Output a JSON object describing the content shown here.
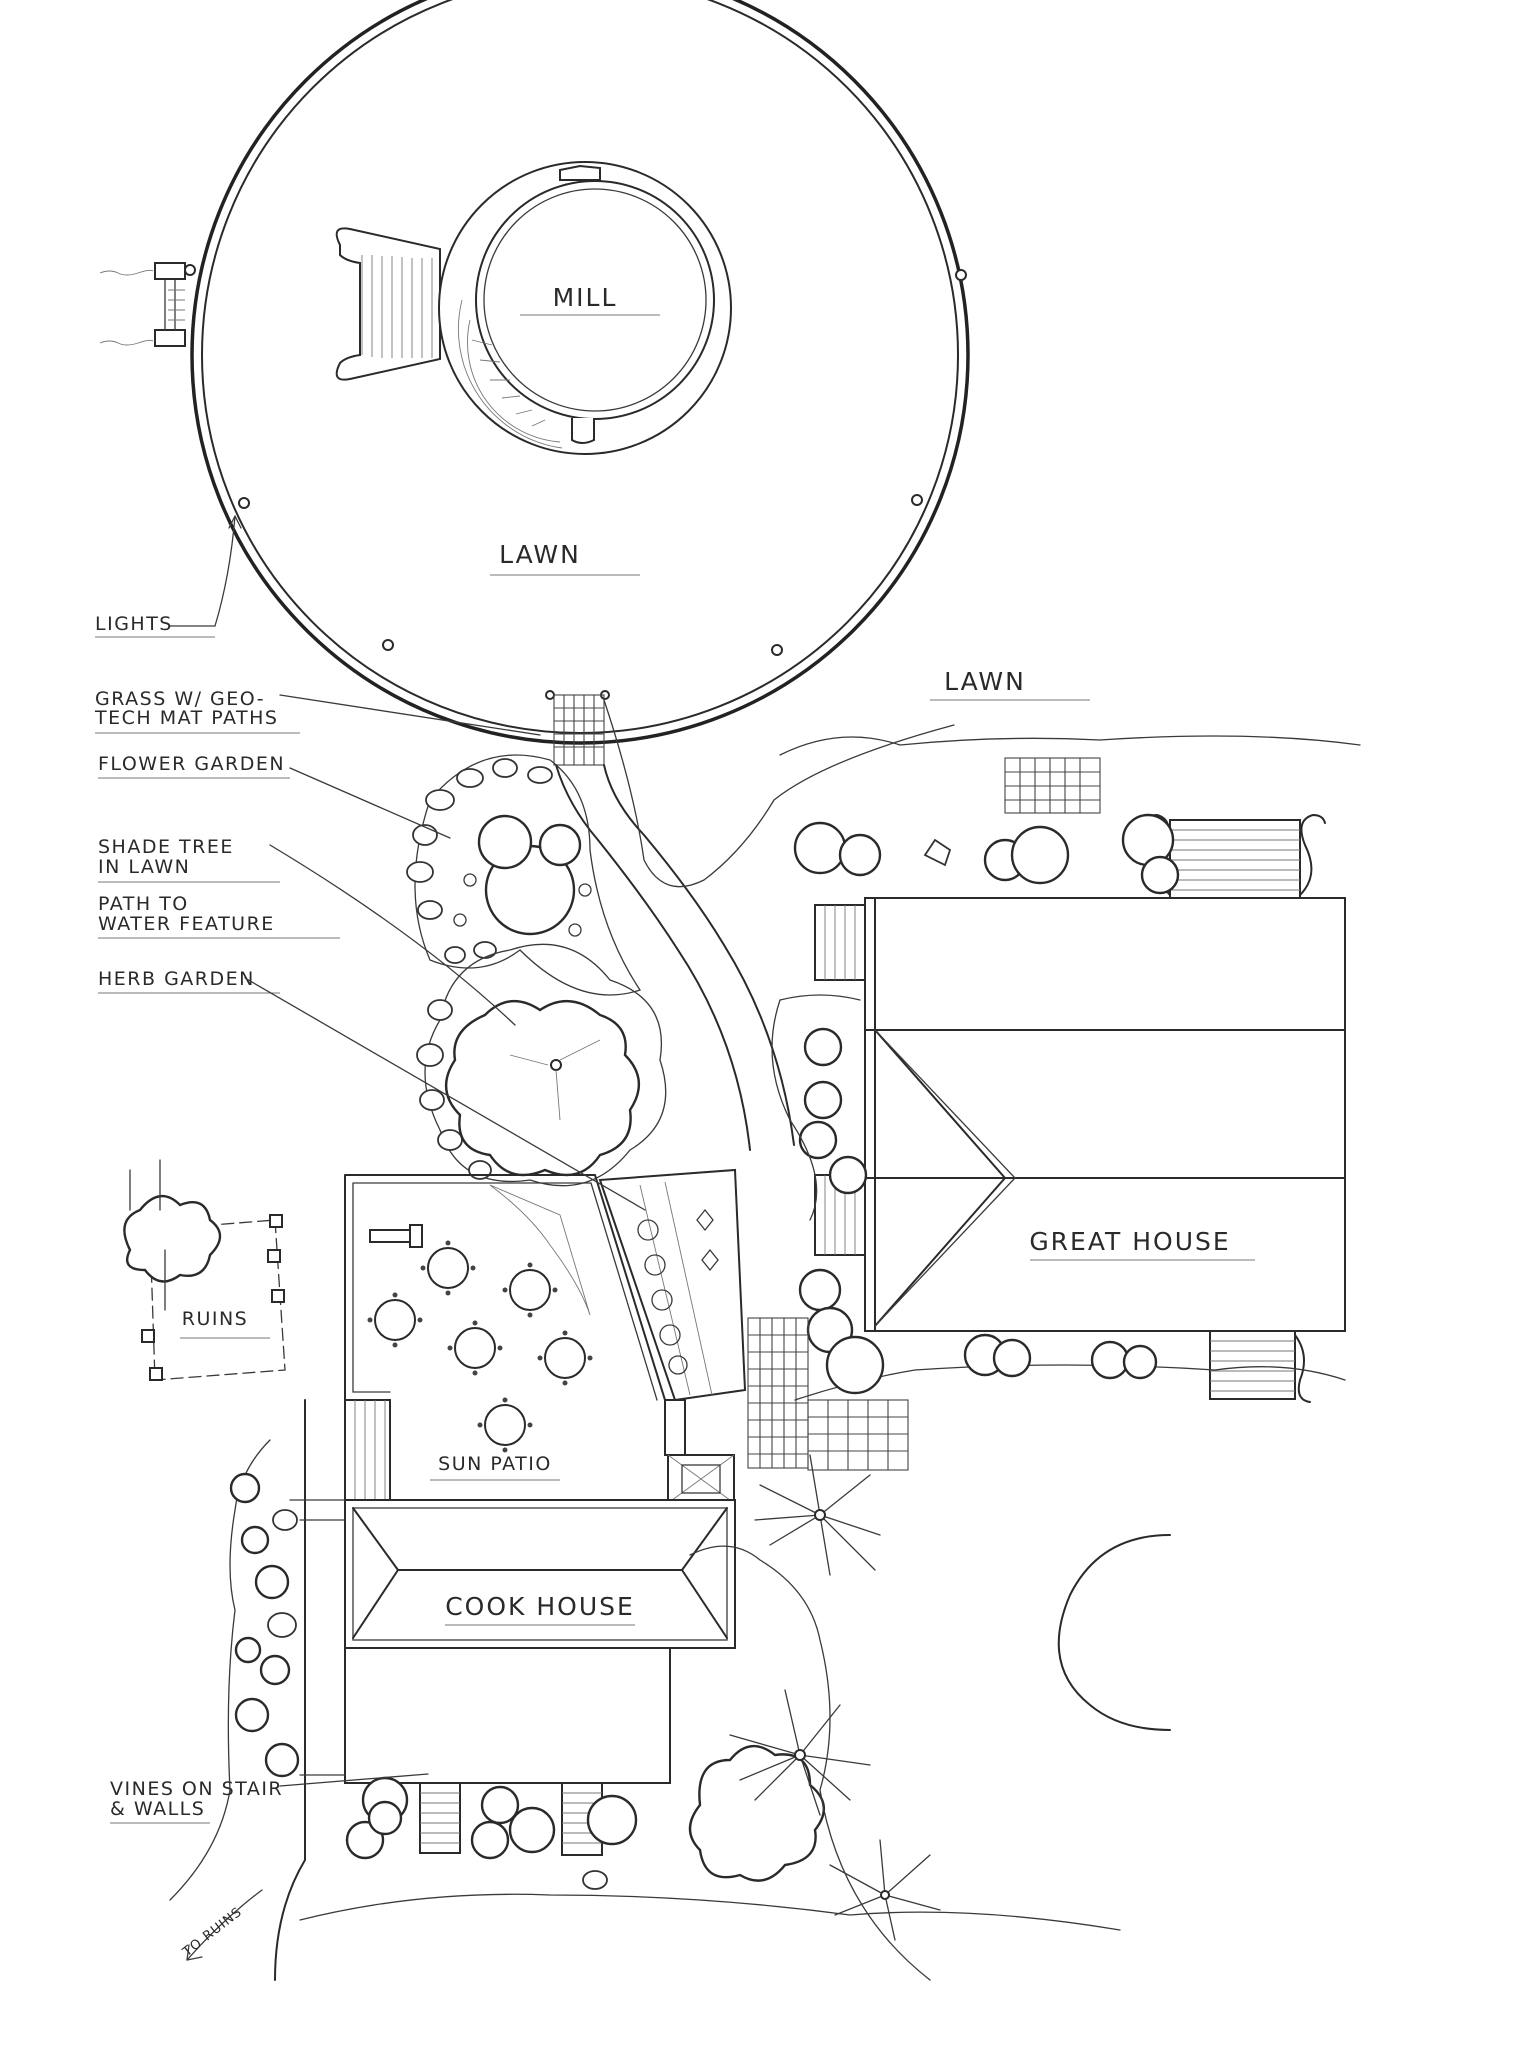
{
  "drawing": {
    "labels": {
      "mill": "MILL",
      "lawn_circle": "LAWN",
      "lawn_east": "LAWN",
      "great_house": "GREAT HOUSE",
      "ruins": "RUINS",
      "sun_patio": "SUN PATIO",
      "cook_house": "COOK HOUSE",
      "to_ruins": "TO RUINS"
    },
    "callouts": {
      "lights": "LIGHTS",
      "grass_line1": "GRASS W/ GEO-",
      "grass_line2": "TECH MAT PATHS",
      "flower_garden": "FLOWER GARDEN",
      "shade_tree_line1": "SHADE TREE",
      "shade_tree_line2": "IN LAWN",
      "path_line1": "PATH TO",
      "path_line2": "WATER FEATURE",
      "herb_garden": "HERB GARDEN",
      "vines_line1": "VINES ON STAIR",
      "vines_line2": "& WALLS"
    }
  },
  "colors": {
    "ink": "#2a2a2a",
    "paper": "#ffffff"
  }
}
